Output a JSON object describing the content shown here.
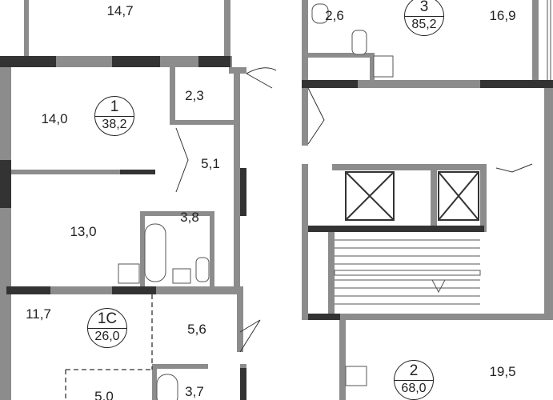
{
  "apartments": [
    {
      "number": "1",
      "area": "38,2"
    },
    {
      "number": "1С",
      "area": "26,0"
    },
    {
      "number": "2",
      "area": "68,0"
    },
    {
      "number": "3",
      "area": "85,2"
    }
  ],
  "rooms": [
    "14,7",
    "2,6",
    "16,9",
    "14,0",
    "2,3",
    "5,1",
    "13,0",
    "3,8",
    "11,7",
    "5,6",
    "5,0",
    "3,7",
    "19,5"
  ],
  "colors": {
    "wall": "#8c8c8c",
    "wall_dark": "#333333",
    "text": "#222222"
  }
}
